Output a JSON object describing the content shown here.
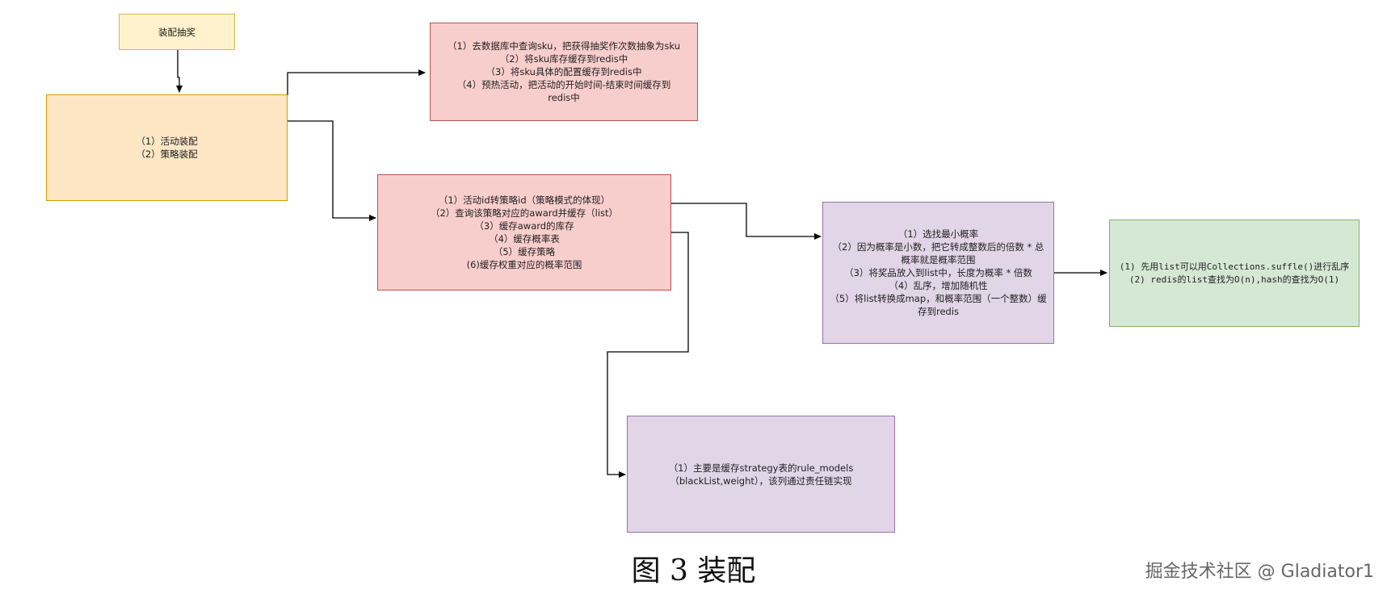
{
  "nodes": {
    "start": {
      "text": "装配抽奖"
    },
    "assembly": {
      "lines": [
        "（1）活动装配",
        "（2）策略装配"
      ]
    },
    "activity": {
      "lines": [
        "（1）去数据库中查询sku，把获得抽奖作次数抽象为sku",
        "（2）将sku库存缓存到redis中",
        "（3）将sku具体的配置缓存到redis中",
        "（4）预热活动，把活动的开始时间-结束时间缓存到redis中"
      ]
    },
    "strategy": {
      "lines": [
        "（1）活动id转策略id（策略模式的体现）",
        "（2）查询该策略对应的award并缓存（list）",
        "（3）缓存award的库存",
        "（4）缓存概率表",
        "（5）缓存策略",
        "(6)缓存权重对应的概率范围"
      ]
    },
    "probability": {
      "lines": [
        "（1）选找最小概率",
        "（2）因为概率是小数，把它转成整数后的倍数 * 总概率就是概率范围",
        "（3）将奖品放入到list中，长度为概率 * 倍数",
        "（4）乱序，增加随机性",
        "（5）将list转换成map，和概率范围（一个整数）缓存到redis"
      ]
    },
    "notes": {
      "lines": [
        "(1) 先用list可以用Collections.suffle()进行乱序",
        "(2) redis的list查找为O(n),hash的查找为O(1)"
      ]
    },
    "rules": {
      "lines": [
        "（1）主要是缓存strategy表的rule_models（blackList,weight），该列通过责任链实现"
      ]
    }
  },
  "caption": "图 3  装配",
  "watermark": "掘金技术社区 @ Gladiator1"
}
